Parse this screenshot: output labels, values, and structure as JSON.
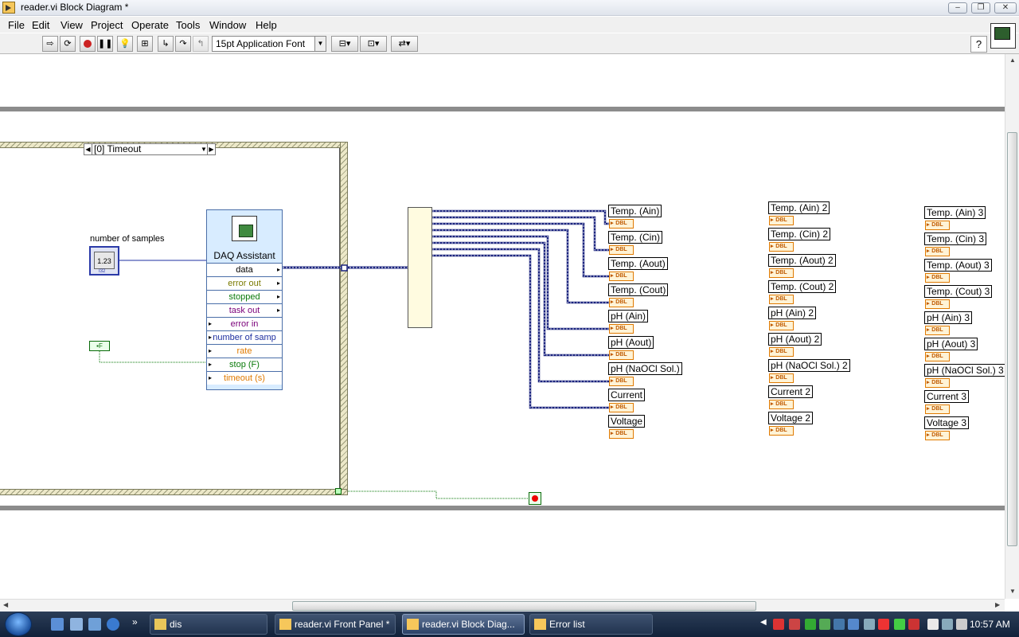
{
  "window": {
    "title": "reader.vi Block Diagram *"
  },
  "menu": [
    "File",
    "Edit",
    "View",
    "Project",
    "Operate",
    "Tools",
    "Window",
    "Help"
  ],
  "toolbar": {
    "font": "15pt Application Font",
    "help": "?"
  },
  "diagram": {
    "case_selector": "[0] Timeout",
    "num_samples_label": "number of samples",
    "num_ctrl_text": "1.23",
    "num_ctrl_type": "I32",
    "bool_const": "F",
    "daq": {
      "name": "DAQ Assistant",
      "terminals": [
        "data",
        "error out",
        "stopped",
        "task out",
        "error in",
        "number of samp",
        "rate",
        "stop (F)",
        "timeout (s)"
      ]
    },
    "term_type": "DBL",
    "indicators_col1": [
      "Temp. (Ain)",
      "Temp. (Cin)",
      "Temp. (Aout)",
      "Temp. (Cout)",
      "pH (Ain)",
      "pH (Aout)",
      "pH (NaOCl Sol.)",
      "Current",
      "Voltage"
    ],
    "indicators_col2": [
      "Temp. (Ain) 2",
      "Temp. (Cin) 2",
      "Temp. (Aout)  2",
      "Temp. (Cout) 2",
      "pH (Ain)  2",
      "pH (Aout) 2",
      "pH (NaOCl Sol.) 2",
      "Current  2",
      "Voltage  2"
    ],
    "indicators_col3": [
      "Temp. (Ain) 3",
      "Temp. (Cin) 3",
      "Temp. (Aout)  3",
      "Temp. (Cout) 3",
      "pH (Ain)  3",
      "pH (Aout) 3",
      "pH (NaOCl Sol.) 3",
      "Current  3",
      "Voltage 3"
    ]
  },
  "taskbar": {
    "items": [
      "dis",
      "reader.vi Front Panel *",
      "reader.vi Block Diag...",
      "Error list"
    ],
    "clock": "10:57 AM"
  },
  "colors": {
    "data_wire": "#1a237e",
    "bool_wire": "#0a7a0a",
    "numeric_wire": "#1e2fa0",
    "dbl_terminal": "#e07a00",
    "selected_task": "#5d7396"
  }
}
